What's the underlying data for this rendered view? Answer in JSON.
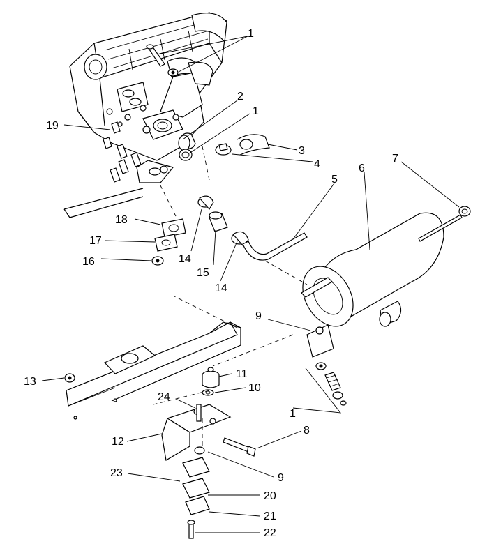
{
  "callouts": {
    "c1a": "1",
    "c1b": "1",
    "c1c": "1",
    "c2": "2",
    "c3": "3",
    "c4": "4",
    "c5": "5",
    "c6": "6",
    "c7": "7",
    "c8": "8",
    "c9a": "9",
    "c9b": "9",
    "c10": "10",
    "c11": "11",
    "c12": "12",
    "c13": "13",
    "c14a": "14",
    "c14b": "14",
    "c15": "15",
    "c16": "16",
    "c17": "17",
    "c18": "18",
    "c19": "19",
    "c20": "20",
    "c21": "21",
    "c22": "22",
    "c23": "23",
    "c24": "24"
  }
}
